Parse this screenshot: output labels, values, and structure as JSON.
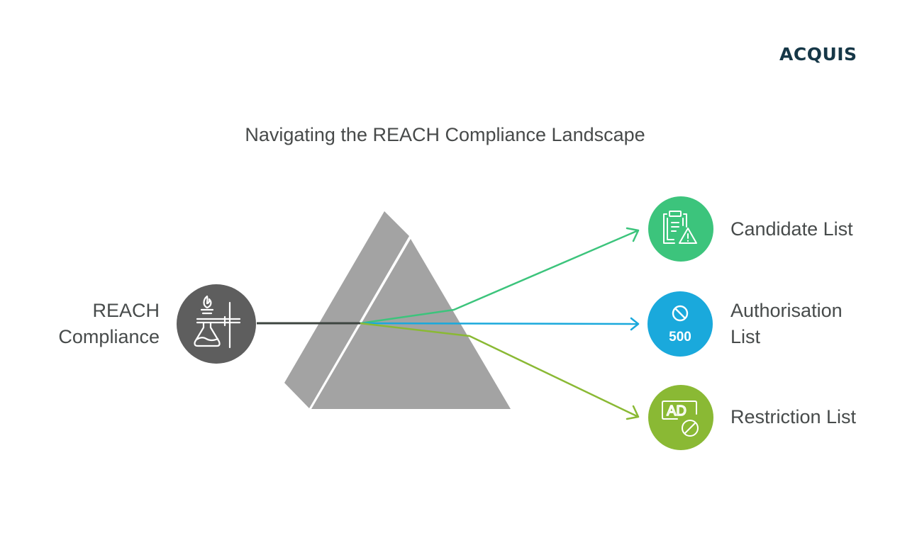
{
  "brand": {
    "logo_text": "ACQUIS",
    "logo_color": "#163747"
  },
  "title": "Navigating the REACH Compliance Landscape",
  "source": {
    "label_line1": "REACH",
    "label_line2": "Compliance",
    "icon": "lab-burner-flask-icon",
    "color": "#5e5e5e"
  },
  "prism": {
    "color": "#a3a3a3",
    "beam_color": "#3d4540"
  },
  "outputs": [
    {
      "label": "Candidate List",
      "icon": "clipboard-warning-icon",
      "color": "#3cc47c"
    },
    {
      "label_line1": "Authorisation",
      "label_line2": "List",
      "icon": "prohibited-500-icon",
      "icon_text": "500",
      "color": "#1aa9dc"
    },
    {
      "label": "Restriction List",
      "icon": "ad-blocked-icon",
      "icon_text": "AD",
      "color": "#8ab934"
    }
  ]
}
